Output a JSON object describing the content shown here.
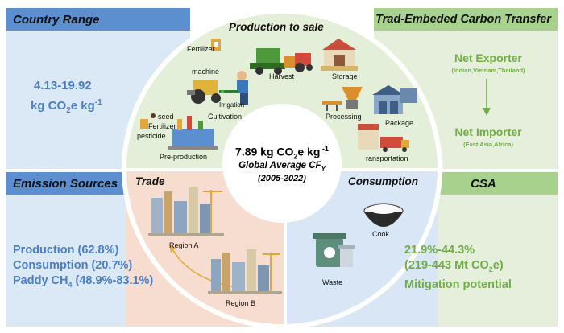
{
  "colors": {
    "blue_bar": "#5b8fcf",
    "green_bar": "#a9d18e",
    "blue_text": "#4a7fc6",
    "green_text": "#70ad47",
    "trade_bg": "#f7ddcf",
    "consumption_bg": "#d9e6f5",
    "production_bg": "#e4efd9"
  },
  "country_range": {
    "title": "Country Range",
    "value_line1": "4.13-19.92",
    "value_unit": "kg CO",
    "value_unit_sub": "2",
    "value_unit_tail": "e kg",
    "value_unit_sup": "-1"
  },
  "transfer": {
    "title": "Trad-Embeded Carbon Transfer",
    "exporter": "Net Exporter",
    "exporter_examples": "(Indian,Vietnam,Thailand)",
    "importer": "Net Importer",
    "importer_examples": "(East Asia,Africa)"
  },
  "emission_sources": {
    "title": "Emission Sources",
    "line1": "Production (62.8%)",
    "line2": "Consumption (20.7%)",
    "line3_main": "Paddy CH",
    "line3_sub": "4",
    "line3_tail": " (48.9%-83.1%)"
  },
  "csa": {
    "title": "CSA",
    "line1": "21.9%-44.3%",
    "line2_main": "(219-443 Mt CO",
    "line2_sub": "2",
    "line2_tail": "e)",
    "line3": "Mitigation potential"
  },
  "center": {
    "value_main": "7.89 kg CO",
    "value_sub": "2",
    "value_tail": "e kg",
    "value_sup": " -1",
    "label_main": "Global Average CF",
    "label_sub": "Y",
    "years": "(2005-2022)"
  },
  "production": {
    "title": "Production to sale",
    "fertilizer": "Fertilizer",
    "machine": "machine",
    "harvest": "Harvest",
    "storage": "Storage",
    "irrigation": "Irrigation",
    "cultivation": "Cultivation",
    "processing": "Processing",
    "package": "Package",
    "seed": "seed",
    "fertilizer2": "Fertilizer",
    "pesticide": "pesticide",
    "preproduction": "Pre-production",
    "transportation": "ransportation"
  },
  "trade": {
    "title": "Trade",
    "region_a": "Region A",
    "region_b": "Region B"
  },
  "consumption": {
    "title": "Consumption",
    "cook": "Cook",
    "waste": "Waste"
  }
}
